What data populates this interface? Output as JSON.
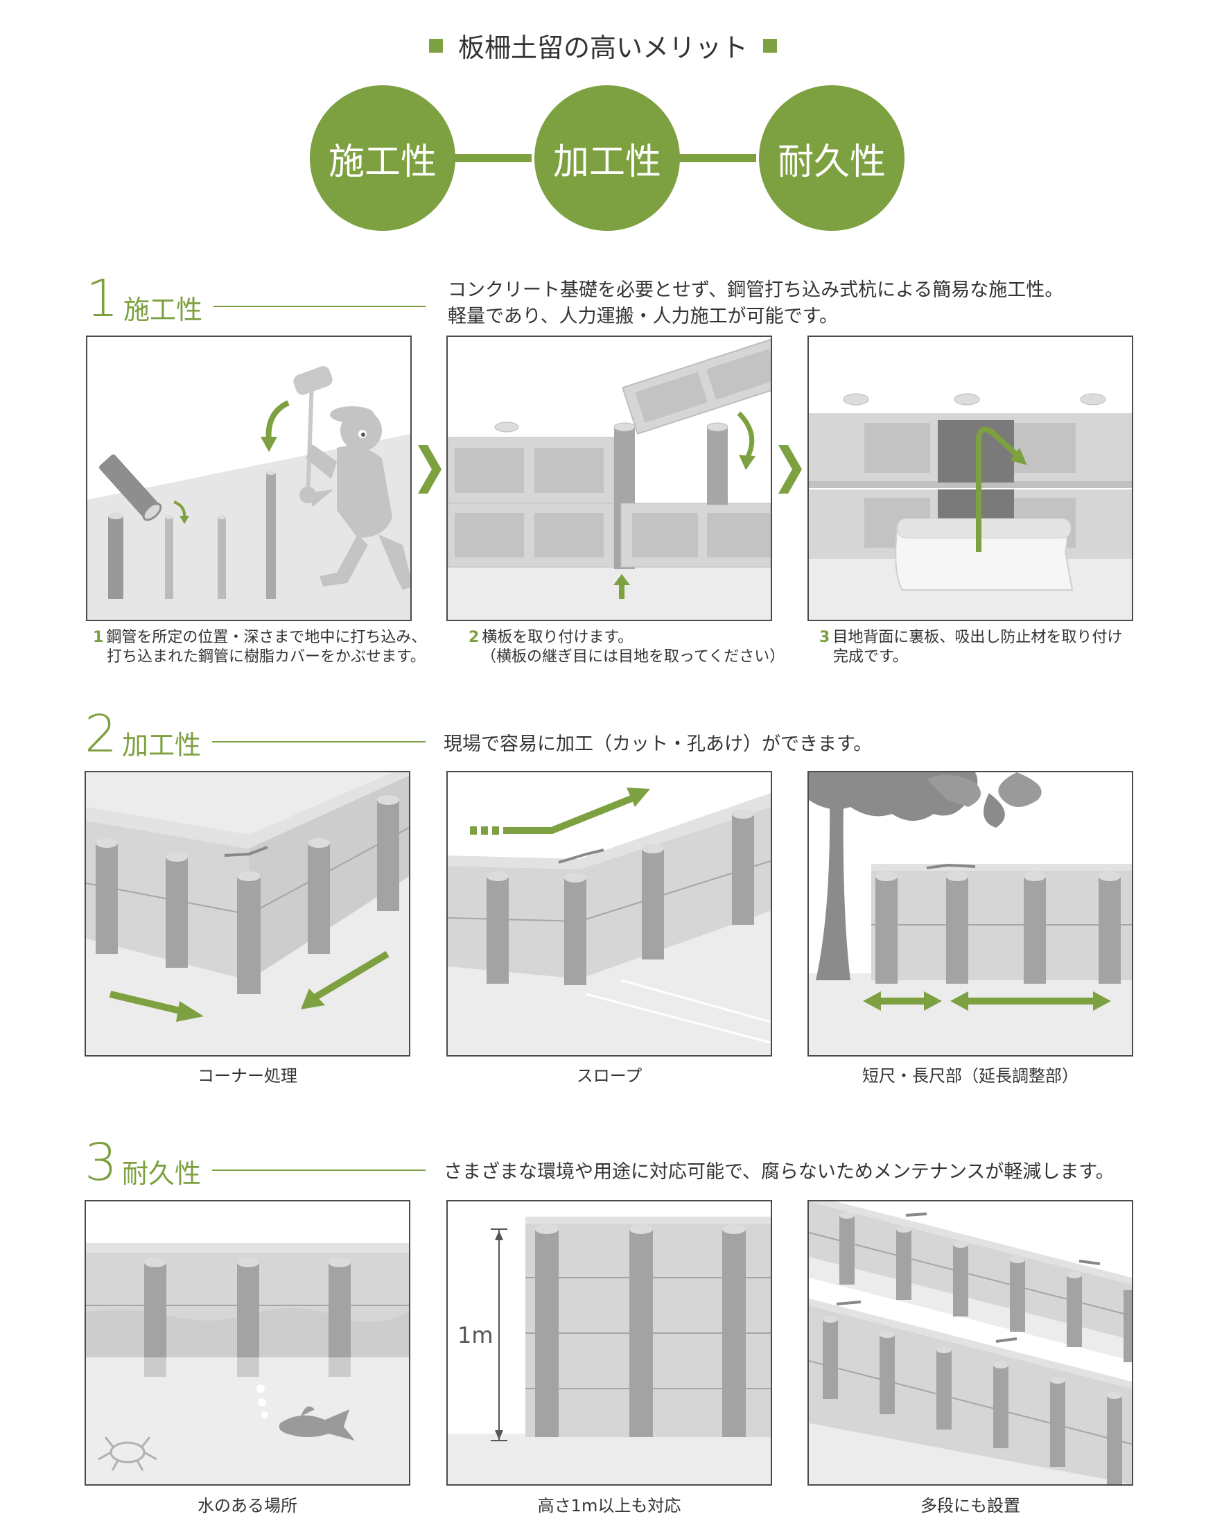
{
  "header": {
    "title": "板柵土留の高いメリット",
    "merits": [
      "施工性",
      "加工性",
      "耐久性"
    ]
  },
  "sections": [
    {
      "num": "1",
      "label": "施工性",
      "desc": [
        "コンクリート基礎を必要とせず、鋼管打ち込み式杭による簡易な施工性。",
        "軽量であり、人力運搬・人力施工が可能です。"
      ],
      "steps": [
        {
          "num": "1",
          "lines": [
            "鋼管を所定の位置・深さまで地中に打ち込み、",
            "打ち込まれた鋼管に樹脂カバーをかぶせます。"
          ]
        },
        {
          "num": "2",
          "lines": [
            "横板を取り付けます。",
            "（横板の継ぎ目には目地を取ってください）"
          ]
        },
        {
          "num": "3",
          "lines": [
            "目地背面に裏板、吸出し防止材を取り付け",
            "完成です。"
          ]
        }
      ]
    },
    {
      "num": "2",
      "label": "加工性",
      "desc": [
        "現場で容易に加工（カット・孔あけ）ができます。"
      ],
      "captions": [
        "コーナー処理",
        "スロープ",
        "短尺・長尺部（延長調整部）"
      ]
    },
    {
      "num": "3",
      "label": "耐久性",
      "desc": [
        "さまざまな環境や用途に対応可能で、腐らないためメンテナンスが軽減します。"
      ],
      "captions": [
        "水のある場所",
        "高さ1m以上も対応",
        "多段にも設置"
      ],
      "height_label": "1m"
    }
  ],
  "colors": {
    "accent": "#7da040",
    "post": "#a3a3a3",
    "panel": "#d4d4d4",
    "bg": "#ededed"
  }
}
